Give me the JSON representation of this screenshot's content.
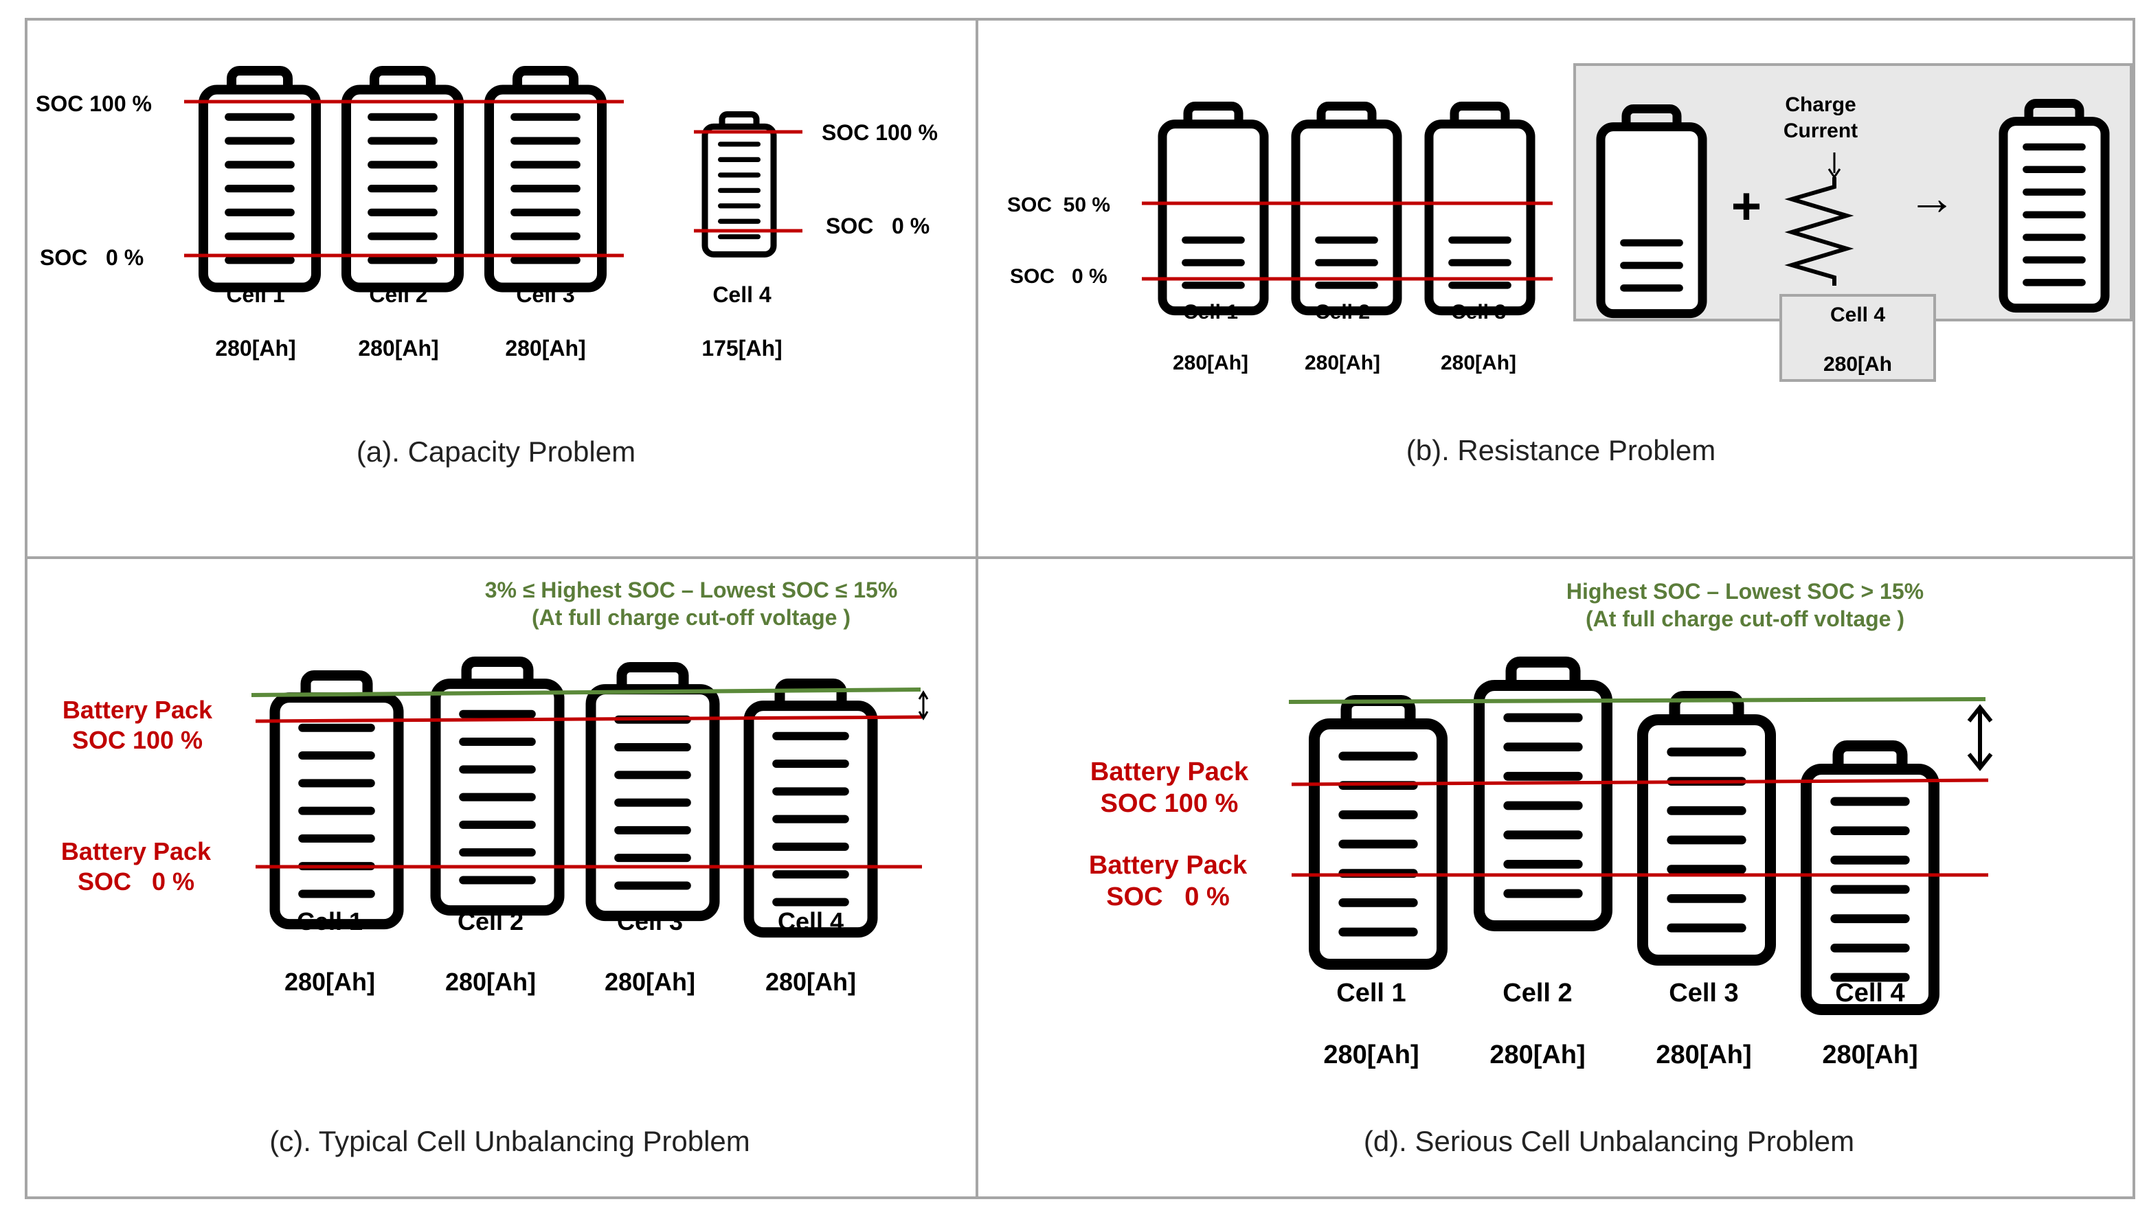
{
  "panels": {
    "a": {
      "caption": "(a). Capacity Problem",
      "soc_top_left": "SOC 100 %",
      "soc_bottom_left": "SOC   0 %",
      "soc_top_right": "SOC 100 %",
      "soc_bottom_right": "SOC   0 %",
      "cells": [
        {
          "name": "Cell 1",
          "capacity": "280[Ah]"
        },
        {
          "name": "Cell 2",
          "capacity": "280[Ah]"
        },
        {
          "name": "Cell 3",
          "capacity": "280[Ah]"
        },
        {
          "name": "Cell 4",
          "capacity": "175[Ah]"
        }
      ]
    },
    "b": {
      "caption": "(b). Resistance Problem",
      "soc_top": "SOC  50 %",
      "soc_bottom": "SOC   0 %",
      "charge_current_1": "Charge",
      "charge_current_2": "Current",
      "plus": "+",
      "arrow": "→",
      "cells": [
        {
          "name": "Cell 1",
          "capacity": "280[Ah]"
        },
        {
          "name": "Cell 2",
          "capacity": "280[Ah]"
        },
        {
          "name": "Cell 3",
          "capacity": "280[Ah]"
        },
        {
          "name": "Cell 4",
          "capacity": "280[Ah"
        }
      ]
    },
    "c": {
      "caption": "(c). Typical Cell Unbalancing Problem",
      "condition_1": "3% ≤ Highest SOC – Lowest SOC ≤ 15%",
      "condition_2": "(At full charge cut-off voltage )",
      "pack_top_1": "Battery Pack",
      "pack_top_2": "SOC 100 %",
      "pack_bottom_1": "Battery Pack",
      "pack_bottom_2": "SOC   0 %",
      "cells": [
        {
          "name": "Cell 1",
          "capacity": "280[Ah]"
        },
        {
          "name": "Cell 2",
          "capacity": "280[Ah]"
        },
        {
          "name": "Cell 3",
          "capacity": "280[Ah]"
        },
        {
          "name": "Cell 4",
          "capacity": "280[Ah]"
        }
      ]
    },
    "d": {
      "caption": "(d). Serious Cell Unbalancing Problem",
      "condition_1": "Highest SOC – Lowest SOC > 15%",
      "condition_2": "(At full charge cut-off voltage )",
      "pack_top_1": "Battery Pack",
      "pack_top_2": "SOC 100 %",
      "pack_bottom_1": "Battery Pack",
      "pack_bottom_2": "SOC   0 %",
      "cells": [
        {
          "name": "Cell 1",
          "capacity": "280[Ah]"
        },
        {
          "name": "Cell 2",
          "capacity": "280[Ah]"
        },
        {
          "name": "Cell 3",
          "capacity": "280[Ah]"
        },
        {
          "name": "Cell 4",
          "capacity": "280[Ah]"
        }
      ]
    }
  },
  "colors": {
    "soc_line": "#c00000",
    "cutoff_line": "#5b8a3a",
    "condition_text": "#5b7d3a",
    "pack_text": "#c00000",
    "battery": "#000000",
    "box_fill": "#e8e8e8",
    "border": "#a6a6a6"
  }
}
